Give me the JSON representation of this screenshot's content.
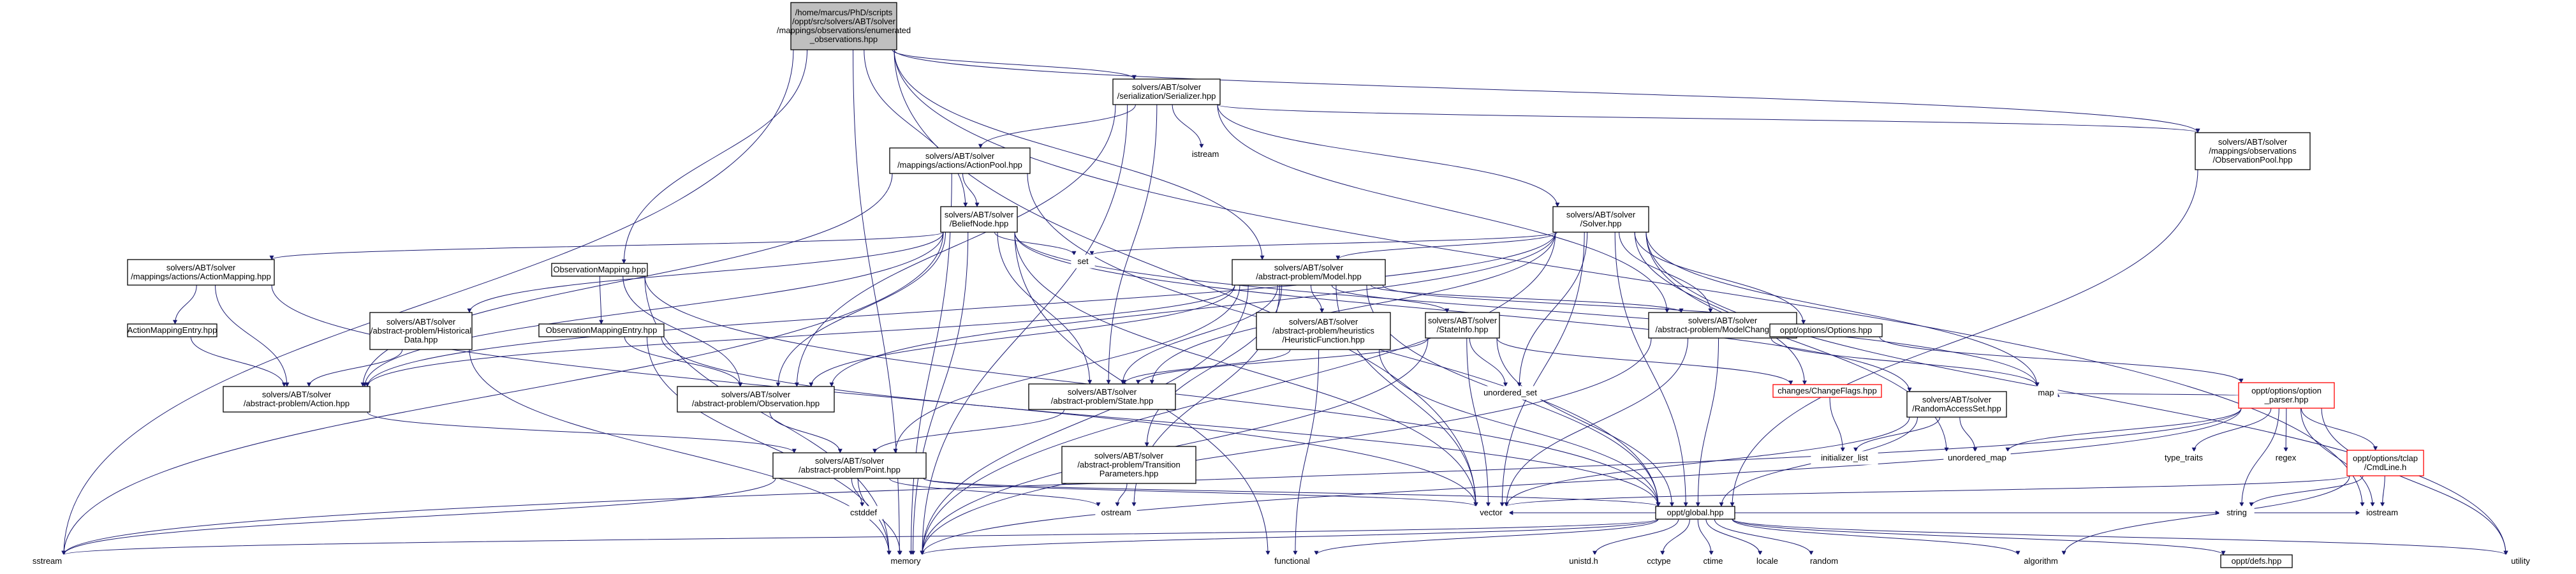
{
  "diagram": {
    "type": "include-dependency-graph",
    "colors": {
      "edge": "#191970",
      "root_fill": "#bfbfbf",
      "node_border": "#000000",
      "external_text": "#000000",
      "truncated_border": "#ff0000"
    },
    "nodes": [
      {
        "id": "root",
        "lines": [
          "/home/marcus/PhD/scripts",
          "/oppt/src/solvers/ABT/solver",
          "/mappings/observations/enumerated",
          "_observations.hpp"
        ],
        "kind": "root"
      },
      {
        "id": "serializer",
        "lines": [
          "solvers/ABT/solver",
          "/serialization/Serializer.hpp"
        ],
        "kind": "file"
      },
      {
        "id": "obspool",
        "lines": [
          "solvers/ABT/solver",
          "/mappings/observations",
          "/ObservationPool.hpp"
        ],
        "kind": "file"
      },
      {
        "id": "actionpool",
        "lines": [
          "solvers/ABT/solver",
          "/mappings/actions/ActionPool.hpp"
        ],
        "kind": "file"
      },
      {
        "id": "istream",
        "lines": [
          "istream"
        ],
        "kind": "external"
      },
      {
        "id": "beliefnode",
        "lines": [
          "solvers/ABT/solver",
          "/BeliefNode.hpp"
        ],
        "kind": "file"
      },
      {
        "id": "solver",
        "lines": [
          "solvers/ABT/solver",
          "/Solver.hpp"
        ],
        "kind": "file"
      },
      {
        "id": "actionmapping",
        "lines": [
          "solvers/ABT/solver",
          "/mappings/actions/ActionMapping.hpp"
        ],
        "kind": "file"
      },
      {
        "id": "obsmapping",
        "lines": [
          "ObservationMapping.hpp"
        ],
        "kind": "file"
      },
      {
        "id": "model",
        "lines": [
          "solvers/ABT/solver",
          "/abstract-problem/Model.hpp"
        ],
        "kind": "file"
      },
      {
        "id": "set",
        "lines": [
          "set"
        ],
        "kind": "external"
      },
      {
        "id": "actionmappingentry",
        "lines": [
          "ActionMappingEntry.hpp"
        ],
        "kind": "file"
      },
      {
        "id": "historical",
        "lines": [
          "solvers/ABT/solver",
          "/abstract-problem/Historical",
          "Data.hpp"
        ],
        "kind": "file"
      },
      {
        "id": "obsmappingentry",
        "lines": [
          "ObservationMappingEntry.hpp"
        ],
        "kind": "file"
      },
      {
        "id": "heuristic",
        "lines": [
          "solvers/ABT/solver",
          "/abstract-problem/heuristics",
          "/HeuristicFunction.hpp"
        ],
        "kind": "file"
      },
      {
        "id": "stateinfo",
        "lines": [
          "solvers/ABT/solver",
          "/StateInfo.hpp"
        ],
        "kind": "file"
      },
      {
        "id": "modelchange",
        "lines": [
          "solvers/ABT/solver",
          "/abstract-problem/ModelChange.hpp"
        ],
        "kind": "file"
      },
      {
        "id": "options",
        "lines": [
          "oppt/options/Options.hpp"
        ],
        "kind": "file"
      },
      {
        "id": "action",
        "lines": [
          "solvers/ABT/solver",
          "/abstract-problem/Action.hpp"
        ],
        "kind": "file"
      },
      {
        "id": "observation",
        "lines": [
          "solvers/ABT/solver",
          "/abstract-problem/Observation.hpp"
        ],
        "kind": "file"
      },
      {
        "id": "state",
        "lines": [
          "solvers/ABT/solver",
          "/abstract-problem/State.hpp"
        ],
        "kind": "file"
      },
      {
        "id": "unordered_set",
        "lines": [
          "unordered_set"
        ],
        "kind": "external"
      },
      {
        "id": "changeflags",
        "lines": [
          "changes/ChangeFlags.hpp"
        ],
        "kind": "truncated"
      },
      {
        "id": "map",
        "lines": [
          "map"
        ],
        "kind": "external"
      },
      {
        "id": "optionparser",
        "lines": [
          "oppt/options/option",
          "_parser.hpp"
        ],
        "kind": "truncated"
      },
      {
        "id": "randomaccess",
        "lines": [
          "solvers/ABT/solver",
          "/RandomAccessSet.hpp"
        ],
        "kind": "file"
      },
      {
        "id": "transition",
        "lines": [
          "solvers/ABT/solver",
          "/abstract-problem/Transition",
          "Parameters.hpp"
        ],
        "kind": "file"
      },
      {
        "id": "point",
        "lines": [
          "solvers/ABT/solver",
          "/abstract-problem/Point.hpp"
        ],
        "kind": "file"
      },
      {
        "id": "initlist",
        "lines": [
          "initializer_list"
        ],
        "kind": "external"
      },
      {
        "id": "unordered_map",
        "lines": [
          "unordered_map"
        ],
        "kind": "external"
      },
      {
        "id": "type_traits",
        "lines": [
          "type_traits"
        ],
        "kind": "external"
      },
      {
        "id": "regex",
        "lines": [
          "regex"
        ],
        "kind": "external"
      },
      {
        "id": "tclap",
        "lines": [
          "oppt/options/tclap",
          "/CmdLine.h"
        ],
        "kind": "truncated"
      },
      {
        "id": "cstddef",
        "lines": [
          "cstddef"
        ],
        "kind": "external"
      },
      {
        "id": "vector",
        "lines": [
          "vector"
        ],
        "kind": "external"
      },
      {
        "id": "global",
        "lines": [
          "oppt/global.hpp"
        ],
        "kind": "file"
      },
      {
        "id": "string",
        "lines": [
          "string"
        ],
        "kind": "external"
      },
      {
        "id": "iostream",
        "lines": [
          "iostream"
        ],
        "kind": "external"
      },
      {
        "id": "ostream",
        "lines": [
          "ostream"
        ],
        "kind": "external"
      },
      {
        "id": "sstream",
        "lines": [
          "sstream"
        ],
        "kind": "external"
      },
      {
        "id": "memory",
        "lines": [
          "memory"
        ],
        "kind": "external"
      },
      {
        "id": "functional",
        "lines": [
          "functional"
        ],
        "kind": "external"
      },
      {
        "id": "unistd",
        "lines": [
          "unistd.h"
        ],
        "kind": "external"
      },
      {
        "id": "cctype",
        "lines": [
          "cctype"
        ],
        "kind": "external"
      },
      {
        "id": "ctime",
        "lines": [
          "ctime"
        ],
        "kind": "external"
      },
      {
        "id": "locale",
        "lines": [
          "locale"
        ],
        "kind": "external"
      },
      {
        "id": "random",
        "lines": [
          "random"
        ],
        "kind": "external"
      },
      {
        "id": "algorithm",
        "lines": [
          "algorithm"
        ],
        "kind": "external"
      },
      {
        "id": "defs",
        "lines": [
          "oppt/defs.hpp"
        ],
        "kind": "file"
      },
      {
        "id": "utility",
        "lines": [
          "utility"
        ],
        "kind": "external"
      }
    ],
    "edges": [
      [
        "root",
        "serializer"
      ],
      [
        "root",
        "obspool"
      ],
      [
        "root",
        "obsmapping"
      ],
      [
        "root",
        "model"
      ],
      [
        "root",
        "beliefnode"
      ],
      [
        "root",
        "iostream"
      ],
      [
        "root",
        "sstream"
      ],
      [
        "root",
        "memory"
      ],
      [
        "root",
        "vector"
      ],
      [
        "serializer",
        "actionpool"
      ],
      [
        "serializer",
        "obspool"
      ],
      [
        "serializer",
        "istream"
      ],
      [
        "serializer",
        "solver"
      ],
      [
        "serializer",
        "memory"
      ],
      [
        "serializer",
        "state"
      ],
      [
        "serializer",
        "observation"
      ],
      [
        "serializer",
        "modelchange"
      ],
      [
        "obspool",
        "global"
      ],
      [
        "actionpool",
        "beliefnode"
      ],
      [
        "actionpool",
        "action"
      ],
      [
        "actionpool",
        "memory"
      ],
      [
        "actionpool",
        "global"
      ],
      [
        "beliefnode",
        "actionmapping"
      ],
      [
        "beliefnode",
        "historical"
      ],
      [
        "beliefnode",
        "set"
      ],
      [
        "beliefnode",
        "memory"
      ],
      [
        "beliefnode",
        "sstream"
      ],
      [
        "beliefnode",
        "action"
      ],
      [
        "beliefnode",
        "observation"
      ],
      [
        "beliefnode",
        "state"
      ],
      [
        "beliefnode",
        "randomaccess"
      ],
      [
        "beliefnode",
        "map"
      ],
      [
        "beliefnode",
        "functional"
      ],
      [
        "beliefnode",
        "vector"
      ],
      [
        "solver",
        "model"
      ],
      [
        "solver",
        "set"
      ],
      [
        "solver",
        "options"
      ],
      [
        "solver",
        "changeflags"
      ],
      [
        "solver",
        "map"
      ],
      [
        "solver",
        "unordered_set"
      ],
      [
        "solver",
        "vector"
      ],
      [
        "solver",
        "memory"
      ],
      [
        "solver",
        "global"
      ],
      [
        "solver",
        "utility"
      ],
      [
        "solver",
        "action"
      ],
      [
        "solver",
        "observation"
      ],
      [
        "solver",
        "state"
      ],
      [
        "solver",
        "modelchange"
      ],
      [
        "solver",
        "unordered_map"
      ],
      [
        "actionmapping",
        "actionmappingentry"
      ],
      [
        "actionmapping",
        "action"
      ],
      [
        "actionmapping",
        "vector"
      ],
      [
        "obsmapping",
        "obsmappingentry"
      ],
      [
        "obsmapping",
        "observation"
      ],
      [
        "obsmapping",
        "memory"
      ],
      [
        "obsmapping",
        "global"
      ],
      [
        "model",
        "heuristic"
      ],
      [
        "model",
        "stateinfo"
      ],
      [
        "model",
        "modelchange"
      ],
      [
        "model",
        "options"
      ],
      [
        "model",
        "action"
      ],
      [
        "model",
        "observation"
      ],
      [
        "model",
        "state"
      ],
      [
        "model",
        "transition"
      ],
      [
        "model",
        "point"
      ],
      [
        "model",
        "memory"
      ],
      [
        "model",
        "vector"
      ],
      [
        "model",
        "ostream"
      ],
      [
        "model",
        "global"
      ],
      [
        "actionmappingentry",
        "action"
      ],
      [
        "historical",
        "action"
      ],
      [
        "historical",
        "memory"
      ],
      [
        "obsmappingentry",
        "observation"
      ],
      [
        "obsmappingentry",
        "memory"
      ],
      [
        "obsmappingentry",
        "global"
      ],
      [
        "heuristic",
        "state"
      ],
      [
        "heuristic",
        "functional"
      ],
      [
        "heuristic",
        "global"
      ],
      [
        "stateinfo",
        "state"
      ],
      [
        "stateinfo",
        "changeflags"
      ],
      [
        "stateinfo",
        "unordered_set"
      ],
      [
        "stateinfo",
        "memory"
      ],
      [
        "stateinfo",
        "vector"
      ],
      [
        "stateinfo",
        "global"
      ],
      [
        "modelchange",
        "vector"
      ],
      [
        "modelchange",
        "memory"
      ],
      [
        "modelchange",
        "global"
      ],
      [
        "modelchange",
        "map"
      ],
      [
        "options",
        "optionparser"
      ],
      [
        "action",
        "point"
      ],
      [
        "observation",
        "point"
      ],
      [
        "state",
        "point"
      ],
      [
        "changeflags",
        "initlist"
      ],
      [
        "optionparser",
        "type_traits"
      ],
      [
        "optionparser",
        "regex"
      ],
      [
        "optionparser",
        "tclap"
      ],
      [
        "optionparser",
        "string"
      ],
      [
        "optionparser",
        "iostream"
      ],
      [
        "optionparser",
        "utility"
      ],
      [
        "optionparser",
        "unordered_map"
      ],
      [
        "optionparser",
        "memory"
      ],
      [
        "optionparser",
        "sstream"
      ],
      [
        "optionparser",
        "map"
      ],
      [
        "randomaccess",
        "initlist"
      ],
      [
        "randomaccess",
        "unordered_map"
      ],
      [
        "randomaccess",
        "vector"
      ],
      [
        "randomaccess",
        "global"
      ],
      [
        "transition",
        "ostream"
      ],
      [
        "point",
        "cstddef"
      ],
      [
        "point",
        "ostream"
      ],
      [
        "point",
        "memory"
      ],
      [
        "point",
        "global"
      ],
      [
        "point",
        "sstream"
      ],
      [
        "point",
        "vector"
      ],
      [
        "tclap",
        "string"
      ],
      [
        "tclap",
        "iostream"
      ],
      [
        "tclap",
        "algorithm"
      ],
      [
        "tclap",
        "vector"
      ],
      [
        "global",
        "unistd"
      ],
      [
        "global",
        "cctype"
      ],
      [
        "global",
        "ctime"
      ],
      [
        "global",
        "locale"
      ],
      [
        "global",
        "random"
      ],
      [
        "global",
        "algorithm"
      ],
      [
        "global",
        "defs"
      ],
      [
        "global",
        "memory"
      ],
      [
        "global",
        "functional"
      ],
      [
        "global",
        "utility"
      ],
      [
        "global",
        "string"
      ],
      [
        "global",
        "iostream"
      ],
      [
        "global",
        "sstream"
      ],
      [
        "global",
        "vector"
      ]
    ]
  }
}
